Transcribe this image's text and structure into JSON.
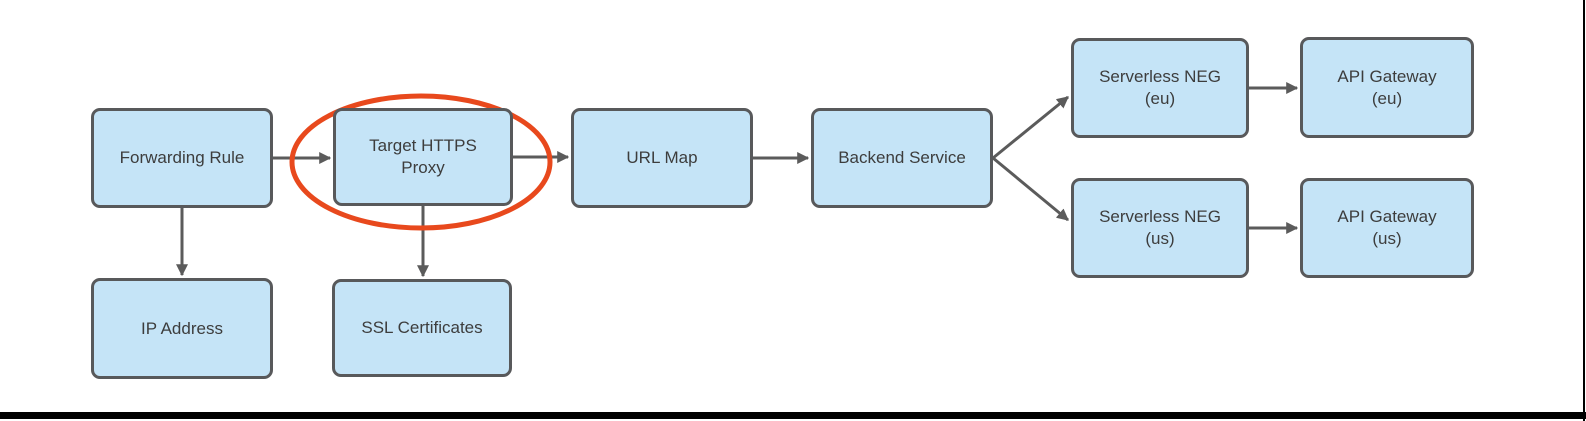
{
  "style": {
    "canvas_bg": "#ffffff",
    "node_fill": "#c5e4f7",
    "node_border": "#58595b",
    "node_text": "#3d3d3d",
    "edge_color": "#5b5b5b",
    "highlight_color": "#e8491d",
    "frame_color": "#000000"
  },
  "diagram": {
    "nodes": {
      "forwarding_rule": {
        "lines": [
          "Forwarding Rule"
        ]
      },
      "ip_address": {
        "lines": [
          "IP Address"
        ]
      },
      "target_https_proxy": {
        "lines": [
          "Target HTTPS",
          "Proxy"
        ]
      },
      "ssl_certificates": {
        "lines": [
          "SSL Certificates"
        ]
      },
      "url_map": {
        "lines": [
          "URL Map"
        ]
      },
      "backend_service": {
        "lines": [
          "Backend Service"
        ]
      },
      "serverless_neg_eu": {
        "lines": [
          "Serverless NEG",
          "(eu)"
        ]
      },
      "api_gateway_eu": {
        "lines": [
          "API Gateway",
          "(eu)"
        ]
      },
      "serverless_neg_us": {
        "lines": [
          "Serverless NEG",
          "(us)"
        ]
      },
      "api_gateway_us": {
        "lines": [
          "API Gateway",
          "(us)"
        ]
      }
    },
    "edges": [
      {
        "from": "Forwarding Rule",
        "to": "Target HTTPS Proxy"
      },
      {
        "from": "Forwarding Rule",
        "to": "IP Address"
      },
      {
        "from": "Target HTTPS Proxy",
        "to": "URL Map"
      },
      {
        "from": "Target HTTPS Proxy",
        "to": "SSL Certificates"
      },
      {
        "from": "URL Map",
        "to": "Backend Service"
      },
      {
        "from": "Backend Service",
        "to": "Serverless NEG (eu)"
      },
      {
        "from": "Backend Service",
        "to": "Serverless NEG (us)"
      },
      {
        "from": "Serverless NEG (eu)",
        "to": "API Gateway (eu)"
      },
      {
        "from": "Serverless NEG (us)",
        "to": "API Gateway (us)"
      }
    ],
    "highlight": {
      "shape": "ellipse",
      "around": "Target HTTPS Proxy"
    }
  }
}
